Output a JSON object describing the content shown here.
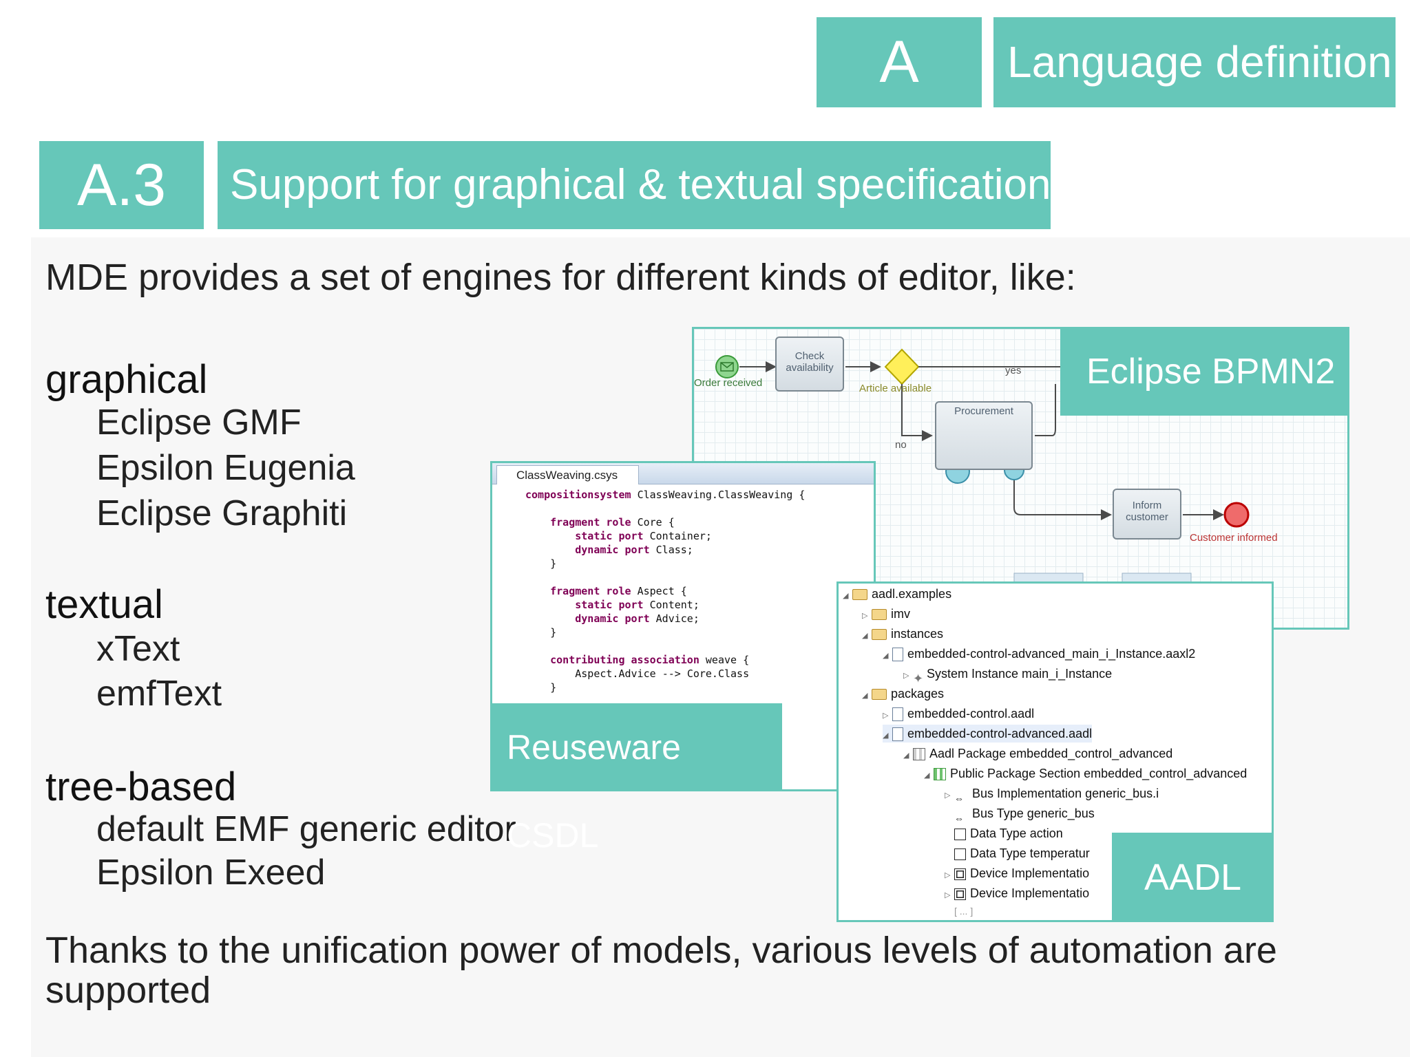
{
  "header": {
    "section_letter": "A",
    "section_title": "Language definition",
    "subsection_number": "A.3",
    "subsection_title": "Support for graphical & textual specification"
  },
  "intro": "MDE provides a set of engines for different kinds of editor, like:",
  "categories": [
    {
      "title": "graphical",
      "items": [
        "Eclipse GMF",
        "Epsilon Eugenia",
        "Eclipse Graphiti"
      ]
    },
    {
      "title": "textual",
      "items": [
        "xText",
        "emfText"
      ]
    },
    {
      "title": "tree-based",
      "items": [
        "default EMF generic editor",
        "Epsilon Exeed"
      ]
    }
  ],
  "footer": "Thanks to the unification power of models,  various levels of automation are supported",
  "screenshots": {
    "bpmn": {
      "caption": "Eclipse BPMN2",
      "labels": {
        "order_received": "Order received",
        "check_availability": "Check availability",
        "article_available": "Article available",
        "yes": "yes",
        "no": "no",
        "procurement": "Procurement",
        "inform_customer": "Inform customer",
        "customer_informed": "Customer informed"
      }
    },
    "reuseware": {
      "caption": "Reuseware CSDL",
      "tab": "ClassWeaving.csys",
      "code": [
        "compositionsystem ClassWeaving.ClassWeaving {",
        "",
        "    fragment role Core {",
        "        static port Container;",
        "        dynamic port Class;",
        "    }",
        "",
        "    fragment role Aspect {",
        "        static port Content;",
        "        dynamic port Advice;",
        "    }",
        "",
        "    contributing association weave {",
        "        Aspect.Advice --> Core.Class",
        "    }"
      ]
    },
    "aadl": {
      "caption": "AADL",
      "tree": [
        "aadl.examples",
        "imv",
        "instances",
        "embedded-control-advanced_main_i_Instance.aaxl2",
        "System Instance main_i_Instance",
        "packages",
        "embedded-control.aadl",
        "embedded-control-advanced.aadl",
        "Aadl Package embedded_control_advanced",
        "Public Package Section embedded_control_advanced",
        "Bus Implementation generic_bus.i",
        "Bus Type generic_bus",
        "Data Type action",
        "Data Type temperatur",
        "Device Implementatio",
        "Device Implementatio",
        "[ ... ]"
      ]
    }
  }
}
